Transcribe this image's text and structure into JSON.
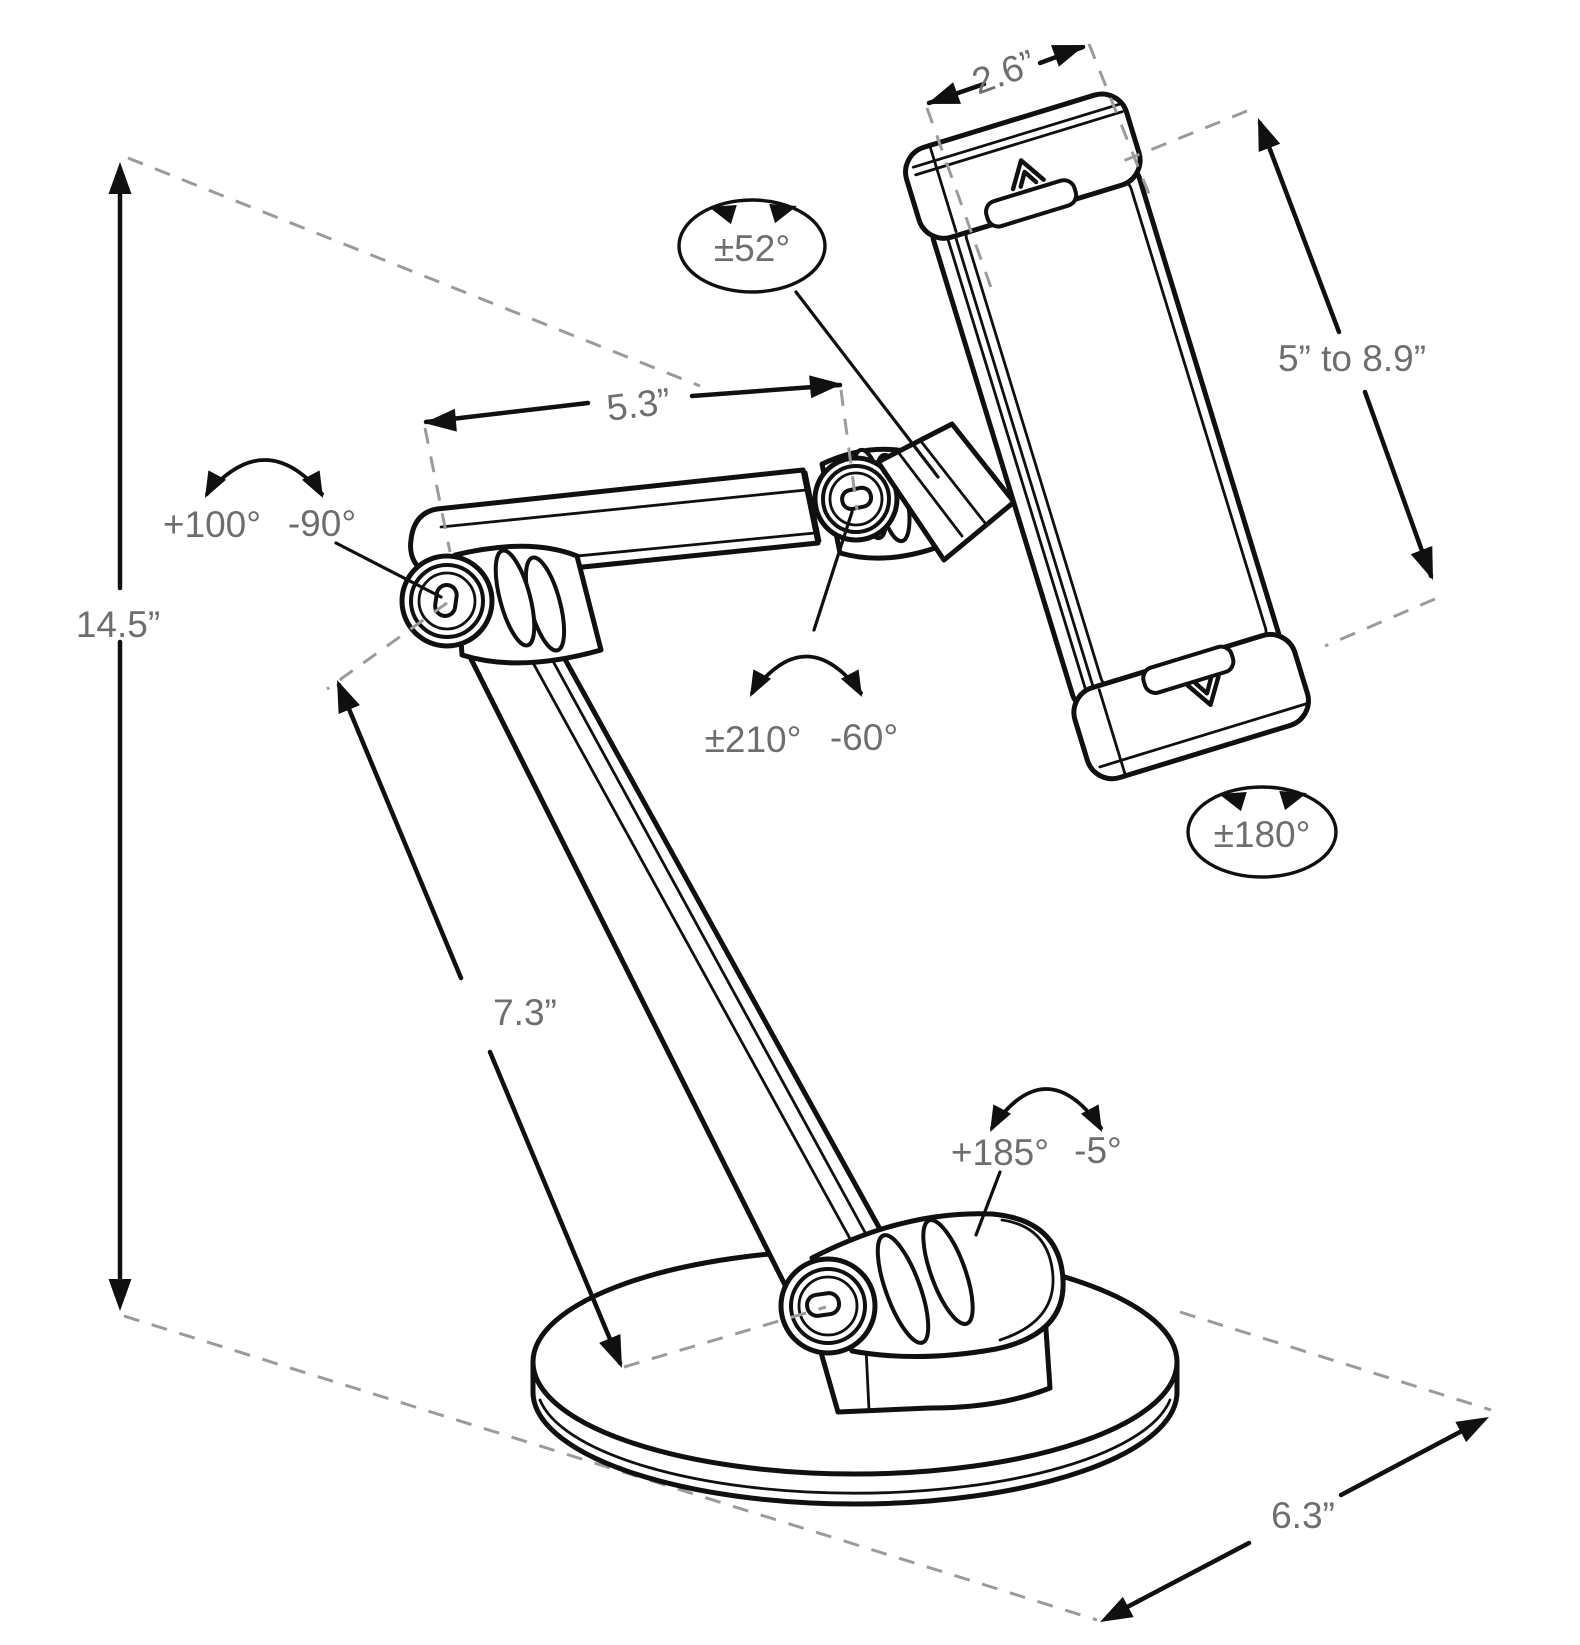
{
  "page": {
    "title": "Tablet stand technical dimension drawing",
    "background": "#ffffff"
  },
  "colors": {
    "line": "#101010",
    "dashed_guide": "#9b9b9b",
    "label_text": "#6e6e6e"
  },
  "dimensions": {
    "clamp_width": "2.6”",
    "device_size_range": "5” to 8.9”",
    "upper_arm_length": "5.3”",
    "total_height": "14.5”",
    "lower_arm_length": "7.3”",
    "base_depth": "6.3”"
  },
  "angles": {
    "holder_tilt": "±52°",
    "elbow_positive": "+100°",
    "elbow_negative": "-90°",
    "upper_joint_positive": "±210°",
    "upper_joint_negative": "-60°",
    "holder_rotation": "±180°",
    "base_positive": "+185°",
    "base_negative": "-5°"
  },
  "icons": {
    "top_clamp_glyph": "up-arrow",
    "bottom_clamp_glyph": "down-arrow"
  }
}
